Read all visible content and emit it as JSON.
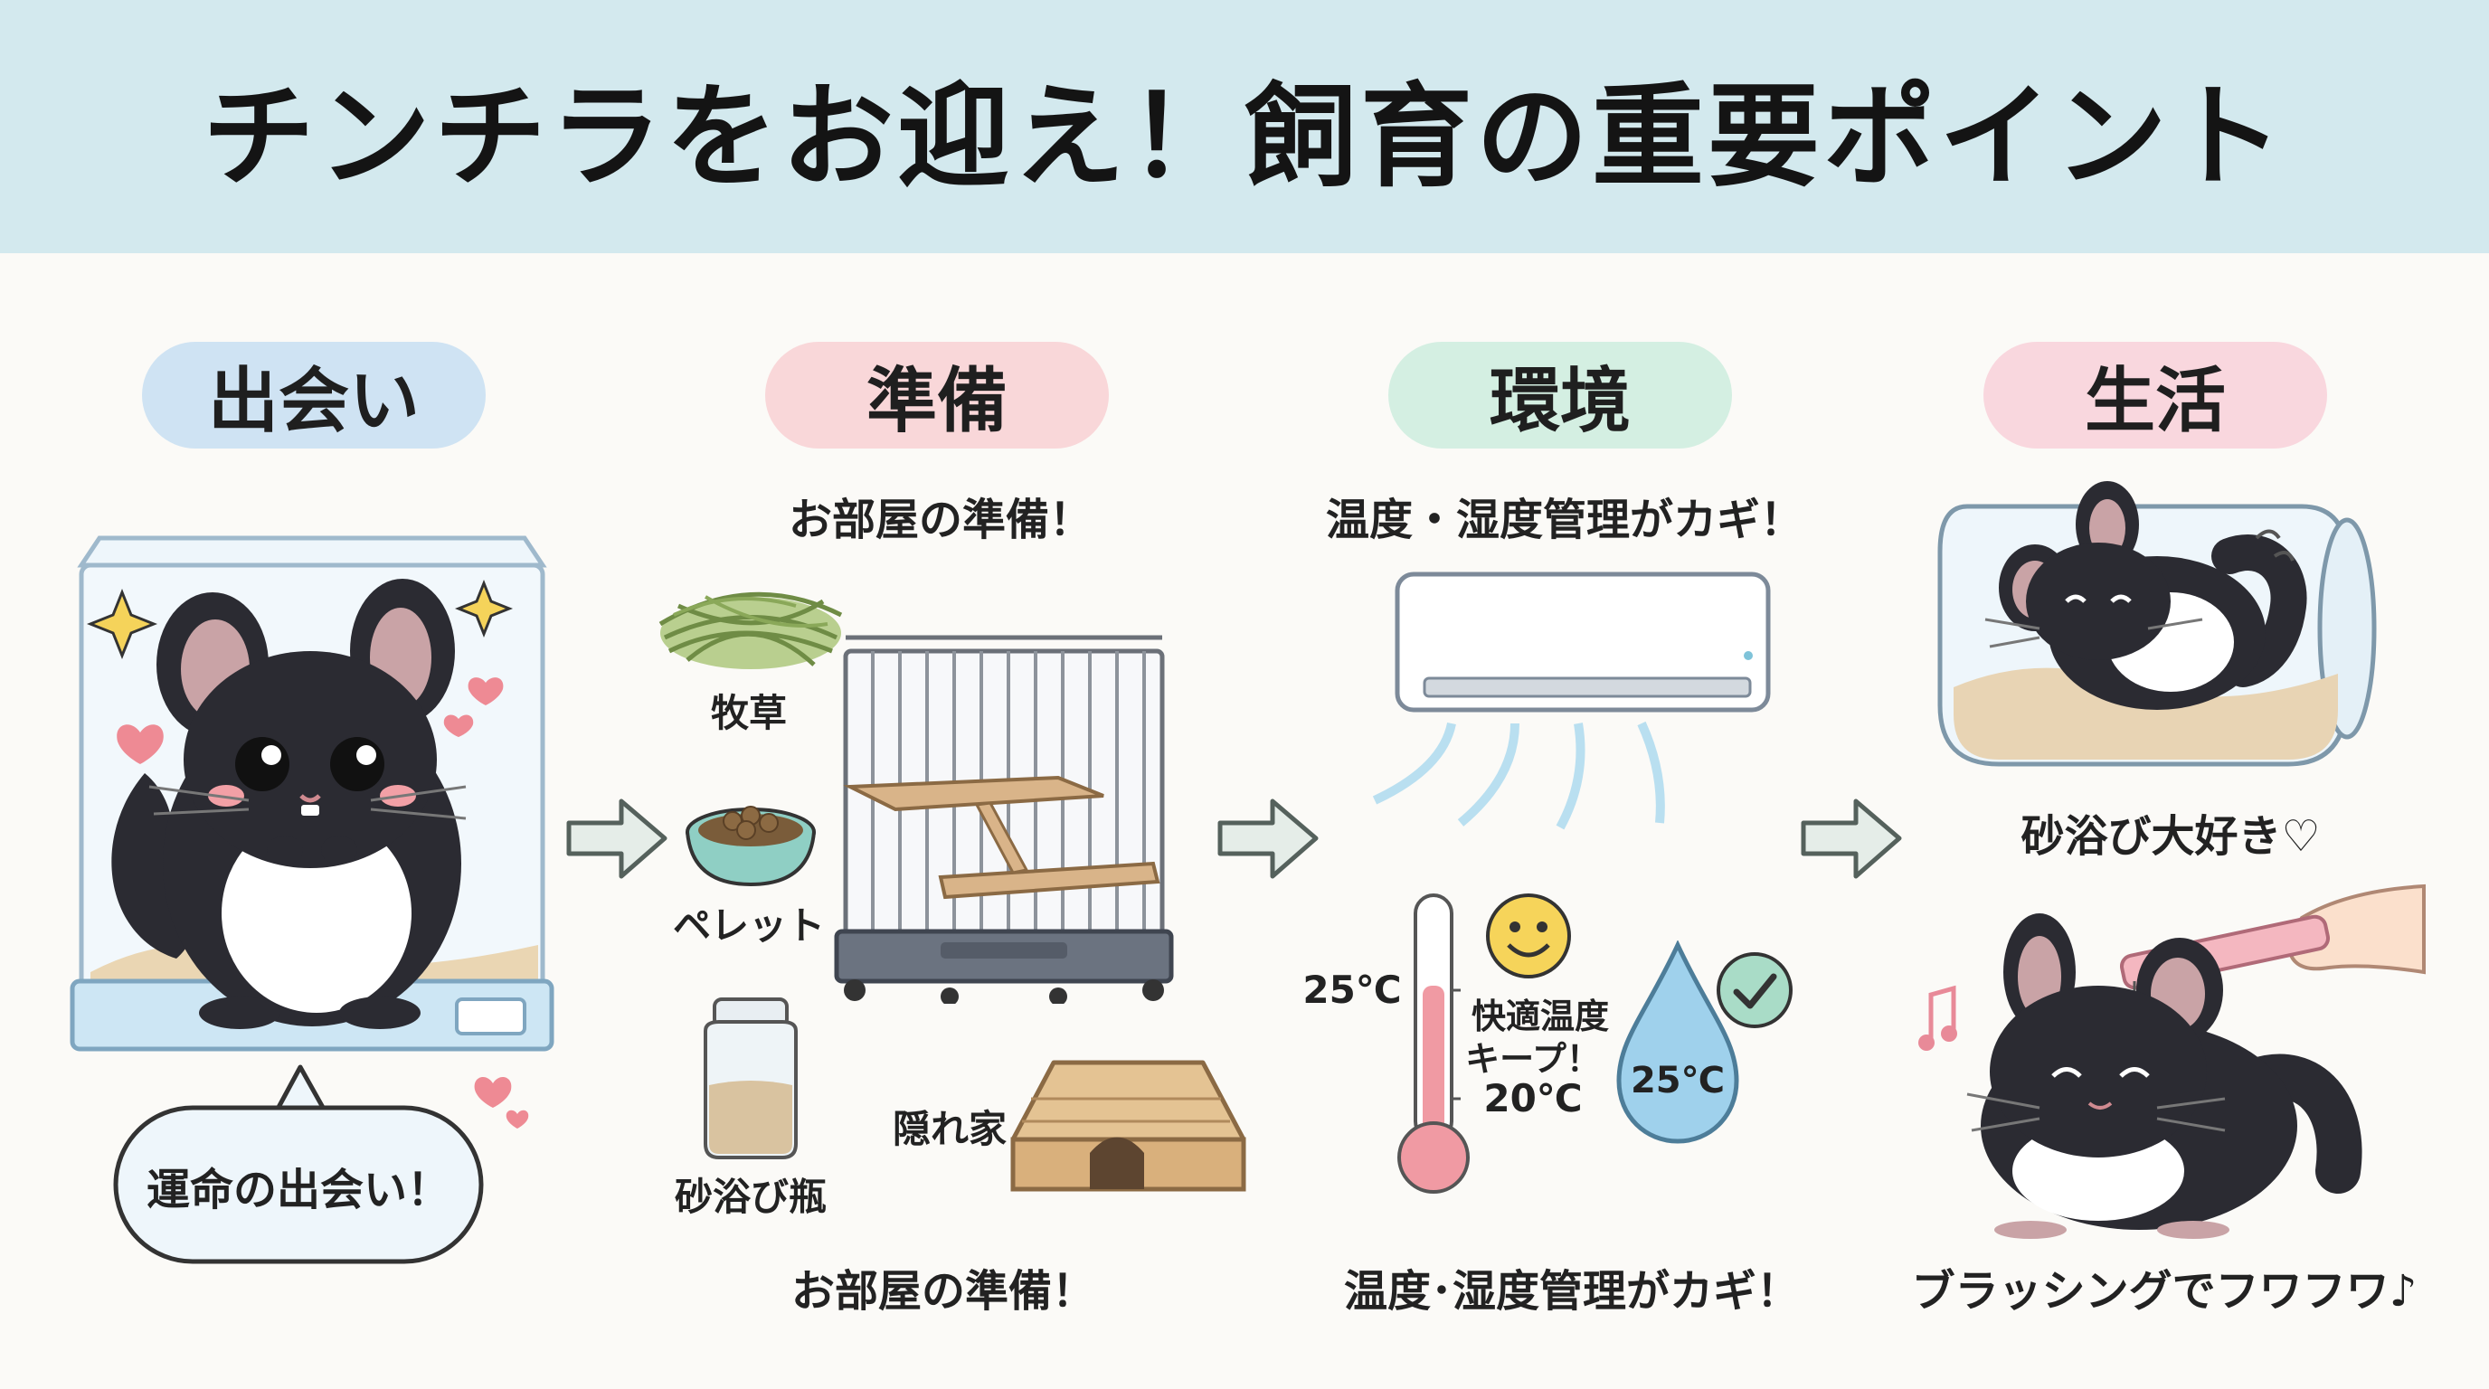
{
  "title": "チンチラをお迎え！飼育の重要ポイント",
  "steps": [
    {
      "label": "出会い",
      "color": "#cfe3f3"
    },
    {
      "label": "準備",
      "color": "#f9d7d9"
    },
    {
      "label": "環境",
      "color": "#d4efe2"
    },
    {
      "label": "生活",
      "color": "#f9d7de"
    }
  ],
  "meet": {
    "speech": "運命の出会い！"
  },
  "prep": {
    "caption_top": "お部屋の準備！",
    "caption_bottom": "お部屋の準備！",
    "items": {
      "hay": "牧草",
      "pellet": "ペレット",
      "bath_jar": "砂浴び瓶",
      "hideout": "隠れ家"
    }
  },
  "env": {
    "caption_top": "温度・湿度管理がカギ！",
    "caption_bottom": "温度･湿度管理がカギ！",
    "temp_high": "25℃",
    "temp_low": "20℃",
    "comfort_line1": "快適温度",
    "comfort_line2": "キープ！",
    "drop_temp": "25℃"
  },
  "life": {
    "caption_top": "砂浴び大好き♡",
    "caption_bottom": "ブラッシングでフワフワ♪"
  },
  "colors": {
    "header_bg": "#d3e9ee",
    "arrow_fill": "#e5ede8",
    "arrow_stroke": "#55615c",
    "fur": "#2b2b32",
    "sand": "#e8d4b4"
  }
}
